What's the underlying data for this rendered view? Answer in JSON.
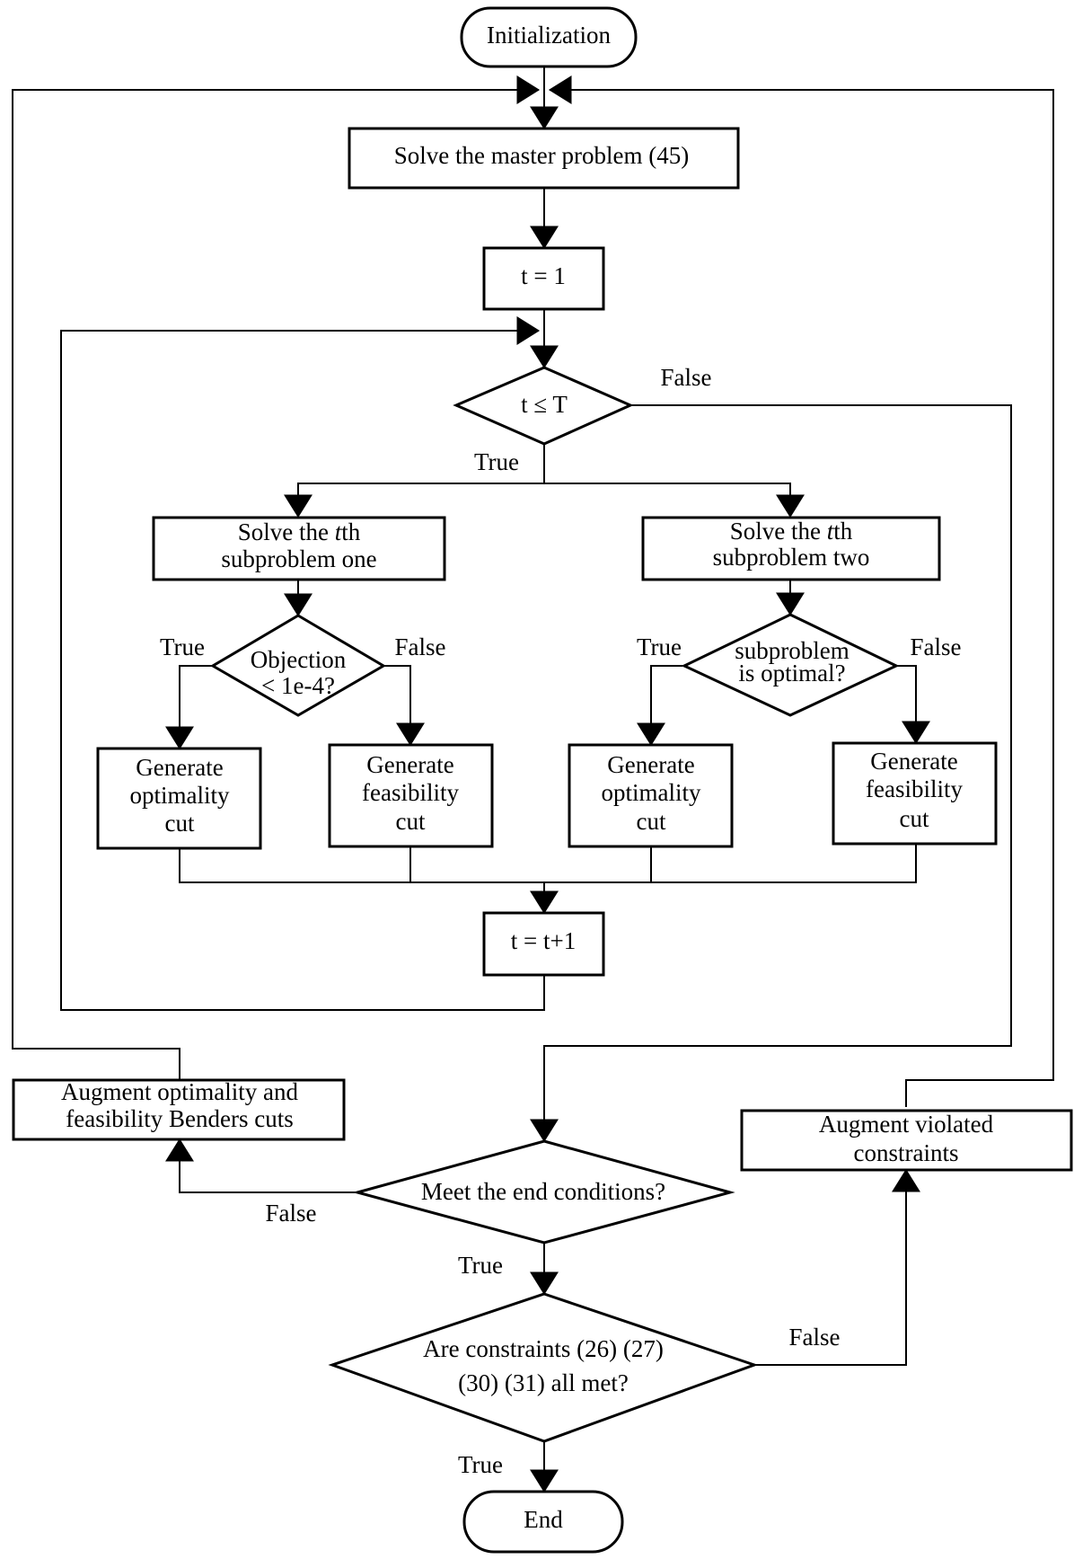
{
  "nodes": {
    "start": "Initialization",
    "master": "Solve the master problem (45)",
    "t_init": "t = 1",
    "t_check": "t ≤ T",
    "sub_one": {
      "line1_pre": "Solve the ",
      "line1_italic": "t",
      "line1_post": "th",
      "line2": "subproblem one"
    },
    "sub_two": {
      "line1_pre": "Solve the ",
      "line1_italic": "t",
      "line1_post": "th",
      "line2": "subproblem two"
    },
    "objection": {
      "line1": "Objection",
      "line2": "< 1e-4?"
    },
    "sub_optimal": {
      "line1": "subproblem",
      "line2": "is optimal?"
    },
    "opt_cut_1": {
      "line1": "Generate",
      "line2": "optimality",
      "line3": "cut"
    },
    "feas_cut_1": {
      "line1": "Generate",
      "line2": "feasibility",
      "line3": "cut"
    },
    "opt_cut_2": {
      "line1": "Generate",
      "line2": "optimality",
      "line3": "cut"
    },
    "feas_cut_2": {
      "line1": "Generate",
      "line2": "feasibility",
      "line3": "cut"
    },
    "t_inc": "t = t+1",
    "augment_cuts": {
      "line1": "Augment optimality and",
      "line2": "feasibility Benders cuts"
    },
    "augment_constraints": {
      "line1": "Augment violated",
      "line2": "constraints"
    },
    "end_check": "Meet the end conditions?",
    "constraints_check": {
      "line1": "Are constraints (26) (27)",
      "line2": "(30) (31) all met?"
    },
    "end": "End"
  },
  "edge_labels": {
    "t_check_false": "False",
    "t_check_true": "True",
    "objection_true": "True",
    "objection_false": "False",
    "sub_optimal_true": "True",
    "sub_optimal_false": "False",
    "end_check_false": "False",
    "end_check_true": "True",
    "constraints_false": "False",
    "constraints_true": "True"
  }
}
